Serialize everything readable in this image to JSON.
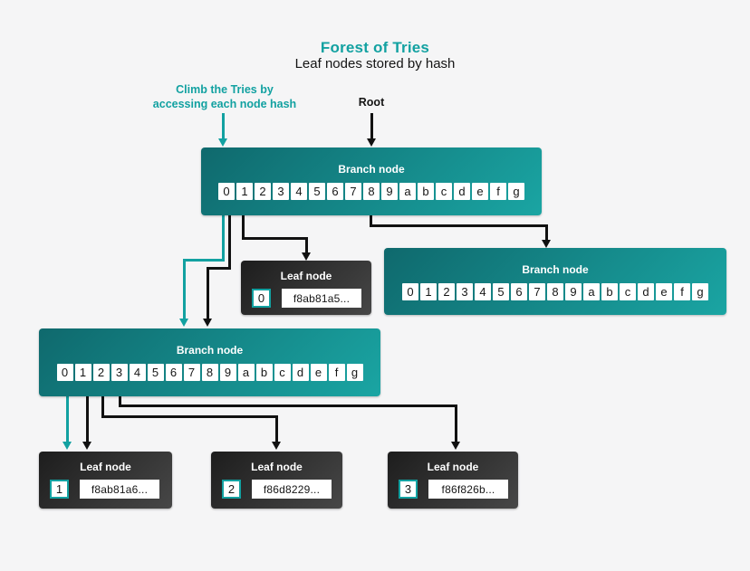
{
  "header": {
    "title": "Forest of Tries",
    "subtitle": "Leaf nodes stored by hash"
  },
  "annotations": {
    "climb": "Climb the Tries by\naccessing each node hash",
    "root": "Root"
  },
  "labels": {
    "branch": "Branch node",
    "leaf": "Leaf node"
  },
  "branch_cells": [
    "0",
    "1",
    "2",
    "3",
    "4",
    "5",
    "6",
    "7",
    "8",
    "9",
    "a",
    "b",
    "c",
    "d",
    "e",
    "f",
    "g"
  ],
  "leaves": [
    {
      "index": "0",
      "hash": "f8ab81a5..."
    },
    {
      "index": "1",
      "hash": "f8ab81a6..."
    },
    {
      "index": "2",
      "hash": "f86d8229..."
    },
    {
      "index": "3",
      "hash": "f86f826b..."
    }
  ],
  "colors": {
    "teal": "#12a1a1",
    "line_black": "#111111",
    "background": "#f5f5f6",
    "branch_gradient_start": "#0f696d",
    "branch_gradient_end": "#1aa5a3",
    "leaf_gradient_start": "#1d1d1d",
    "leaf_gradient_end": "#474747"
  }
}
